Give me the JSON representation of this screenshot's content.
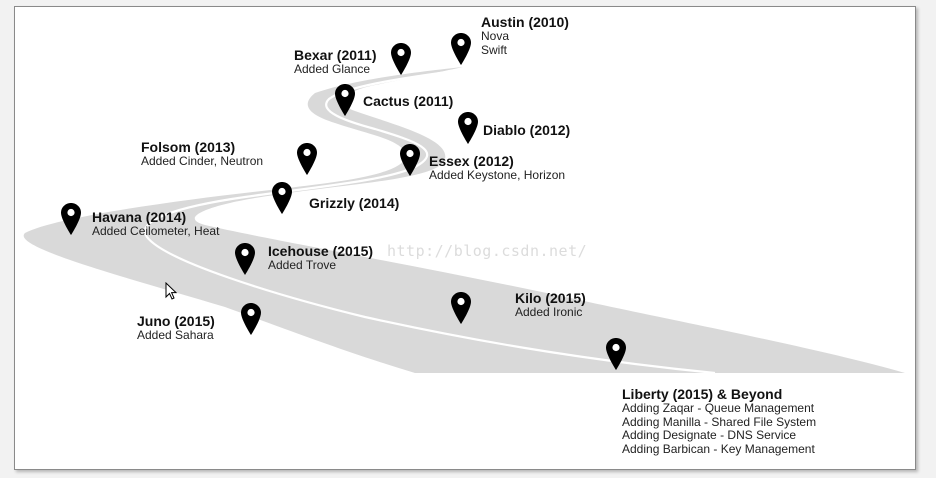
{
  "releases": [
    {
      "id": "austin",
      "title": "Austin (2010)",
      "lines": [
        "Nova",
        "Swift"
      ]
    },
    {
      "id": "bexar",
      "title": "Bexar (2011)",
      "lines": [
        "Added Glance"
      ]
    },
    {
      "id": "cactus",
      "title": "Cactus (2011)",
      "lines": []
    },
    {
      "id": "diablo",
      "title": "Diablo (2012)",
      "lines": []
    },
    {
      "id": "essex",
      "title": "Essex (2012)",
      "lines": [
        "Added Keystone, Horizon"
      ]
    },
    {
      "id": "folsom",
      "title": "Folsom (2013)",
      "lines": [
        "Added Cinder, Neutron"
      ]
    },
    {
      "id": "grizzly",
      "title": "Grizzly (2014)",
      "lines": []
    },
    {
      "id": "havana",
      "title": "Havana (2014)",
      "lines": [
        "Added Ceilometer, Heat"
      ]
    },
    {
      "id": "icehouse",
      "title": "Icehouse (2015)",
      "lines": [
        "Added Trove"
      ]
    },
    {
      "id": "juno",
      "title": "Juno (2015)",
      "lines": [
        "Added Sahara"
      ]
    },
    {
      "id": "kilo",
      "title": "Kilo (2015)",
      "lines": [
        "Added Ironic"
      ]
    },
    {
      "id": "liberty",
      "title": "Liberty (2015) & Beyond",
      "lines": [
        "Adding Zaqar - Queue Management",
        "Adding Manilla - Shared File System",
        "Adding Designate - DNS Service",
        "Adding Barbican - Key Management"
      ]
    }
  ],
  "watermark": "http://blog.csdn.net/",
  "colors": {
    "road": "#d9d9d9",
    "road_line": "#ffffff",
    "pin": "#000000",
    "frame_border": "#8a8a8a"
  },
  "icons": {
    "pin": "map-pin-icon",
    "cursor": "mouse-pointer-icon"
  }
}
